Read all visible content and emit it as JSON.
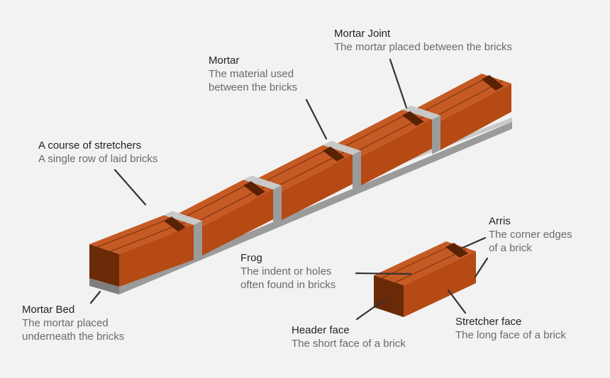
{
  "colors": {
    "background": "#f2f2f2",
    "brick_top": "#c55a25",
    "brick_front": "#b54a14",
    "brick_end": "#6a2a08",
    "brick_line": "#7a2f0a",
    "frog": "#5a2205",
    "mortar_top": "#c9c9c9",
    "mortar_side": "#9b9b9b",
    "mortar_dark": "#7e7e7e",
    "leader": "#333333",
    "title_text": "#222222",
    "desc_text": "#6a6a6a"
  },
  "labels": {
    "mortar_joint": {
      "title": "Mortar Joint",
      "desc": [
        "The mortar placed between the bricks"
      ]
    },
    "mortar": {
      "title": "Mortar",
      "desc": [
        "The material used",
        "between the bricks"
      ]
    },
    "course": {
      "title": "A course of stretchers",
      "desc": [
        "A single row of laid bricks"
      ]
    },
    "mortar_bed": {
      "title": "Mortar Bed",
      "desc": [
        "The mortar placed",
        "underneath the bricks"
      ]
    },
    "frog": {
      "title": "Frog",
      "desc": [
        "The indent or holes",
        "often found in bricks"
      ]
    },
    "arris": {
      "title": "Arris",
      "desc": [
        "The corner edges",
        "of a brick"
      ]
    },
    "header_face": {
      "title": "Header face",
      "desc": [
        "The short face of a brick"
      ]
    },
    "stretcher_face": {
      "title": "Stretcher face",
      "desc": [
        "The long face of a brick"
      ]
    }
  }
}
